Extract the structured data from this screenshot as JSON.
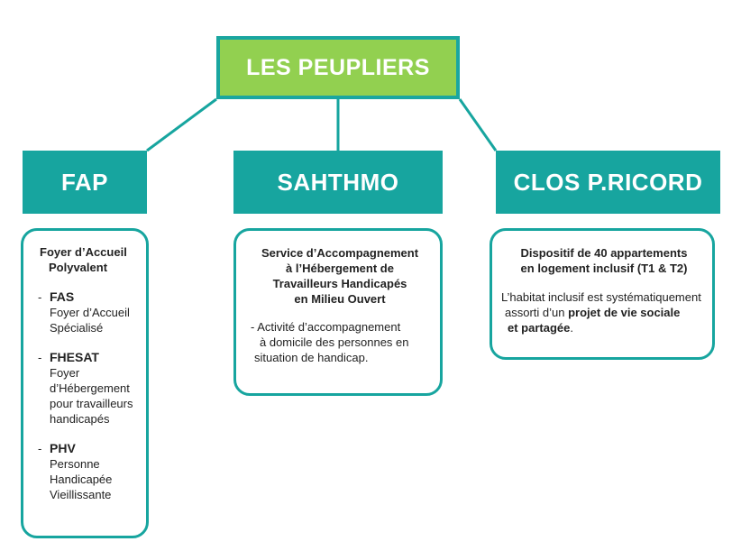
{
  "colors": {
    "root_fill": "#92d050",
    "teal": "#17a59f",
    "text": "#222222"
  },
  "root": {
    "label": "LES PEUPLIERS"
  },
  "branches": [
    {
      "header": "FAP",
      "title_lines": [
        "Foyer d’Accueil",
        "Polyvalent"
      ],
      "items": [
        {
          "dash": "-",
          "name": "FAS",
          "desc_lines": [
            "Foyer d’Accueil",
            "Spécialisé"
          ]
        },
        {
          "dash": "-",
          "name": "FHESAT",
          "desc_lines": [
            "Foyer",
            "d’Hébergement",
            "pour travailleurs",
            "handicapés"
          ]
        },
        {
          "dash": "-",
          "name": "PHV",
          "desc_lines": [
            "Personne",
            "Handicapée",
            "Vieillissante"
          ]
        }
      ]
    },
    {
      "header": "SAHTHMO",
      "title_lines": [
        "Service d’Accompagnement",
        "à l’Hébergement de",
        "Travailleurs Handicapés",
        "en Milieu Ouvert"
      ],
      "desc_lines": [
        "- Activité d’accompagnement",
        "à domicile des personnes en",
        "situation de handicap."
      ]
    },
    {
      "header": "CLOS P.RICORD",
      "title_lines": [
        "Dispositif de 40 appartements",
        "en logement inclusif (T1 & T2)"
      ],
      "body": {
        "line1": "L’habitat inclusif est systématiquement",
        "line2_plain": "assorti d’un ",
        "line2_bold": "projet de vie sociale",
        "line3_bold": "et partagée",
        "line3_plain": "."
      }
    }
  ]
}
